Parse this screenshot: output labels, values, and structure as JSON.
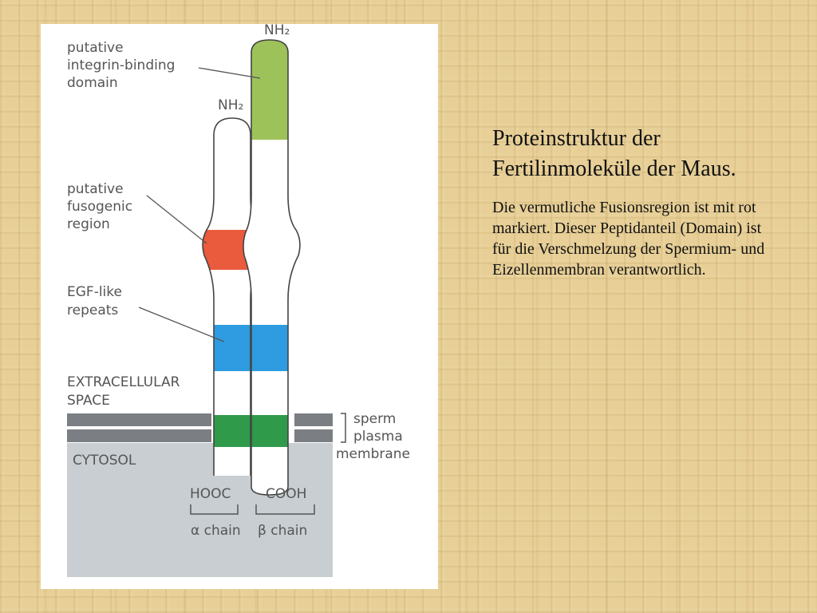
{
  "slide": {
    "title": "Proteinstruktur der Fertilinmoleküle der Maus.",
    "body": "Die vermutliche Fusionsregion ist mit rot markiert. Dieser Peptidanteil (Domain) ist für die Verschmelzung der Spermium- und Eizellenmembran verantwortlich."
  },
  "diagram": {
    "label_integrin_1": "putative",
    "label_integrin_2": "integrin-binding",
    "label_integrin_3": "domain",
    "label_fusogenic_1": "putative",
    "label_fusogenic_2": "fusogenic",
    "label_fusogenic_3": "region",
    "label_egf_1": "EGF-like",
    "label_egf_2": "repeats",
    "label_extracellular_1": "EXTRACELLULAR",
    "label_extracellular_2": "SPACE",
    "label_cytosol": "CYTOSOL",
    "label_membrane_1": "sperm",
    "label_membrane_2": "plasma",
    "label_membrane_3": "membrane",
    "alpha_nterm": "NH₂",
    "beta_nterm": "NH₂",
    "alpha_cterm": "HOOC",
    "beta_cterm": "COOH",
    "alpha_chain": "α chain",
    "beta_chain": "β chain"
  },
  "colors": {
    "integrin_domain": "#9dc25a",
    "fusogenic_region": "#ea5a3c",
    "egf_repeats": "#2f9be0",
    "transmembrane": "#2f9a4a",
    "cytosol": "#c8ced2",
    "membrane": "#7b7f83"
  }
}
